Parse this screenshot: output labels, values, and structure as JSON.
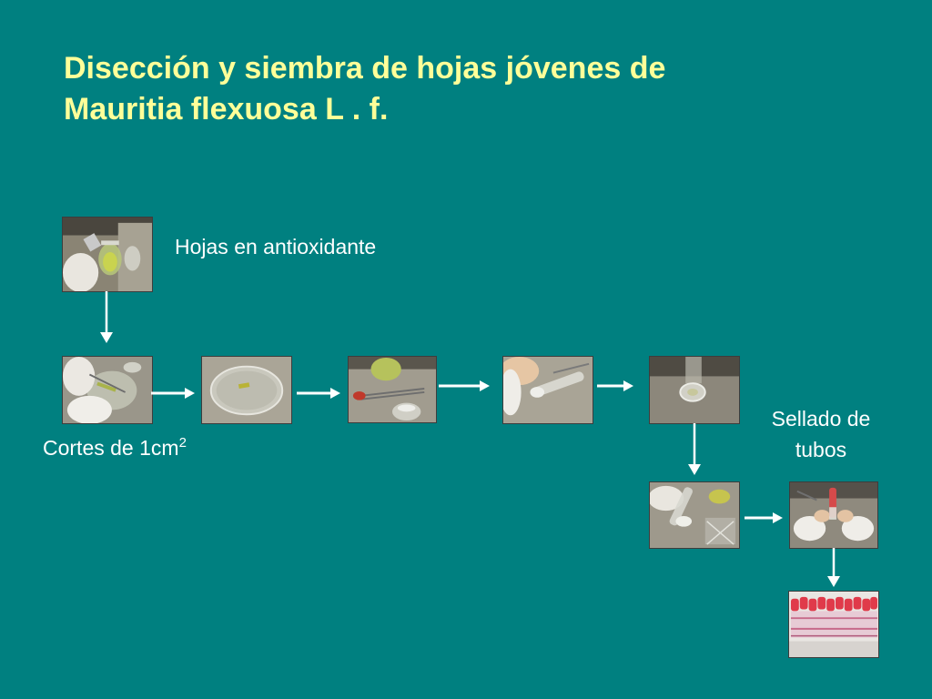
{
  "slide": {
    "title_line1": "Disección y siembra de hojas jóvenes de",
    "title_line2": "Mauritia flexuosa L . f."
  },
  "captions": {
    "hojas": "Hojas en antioxidante",
    "cortes_prefix": "Cortes de 1cm",
    "cortes_sup": "2",
    "sellado_line1": "Sellado de",
    "sellado_line2": "tubos"
  },
  "colors": {
    "background": "#008080",
    "title": "#ffff99",
    "caption": "#ffffff",
    "arrow": "#ffffff"
  },
  "photos": [
    {
      "subject": "leaves-in-antioxidant-jar"
    },
    {
      "subject": "cutting-leaf-segments"
    },
    {
      "subject": "petri-dish-with-explant"
    },
    {
      "subject": "forceps-and-jar"
    },
    {
      "subject": "hand-holding-test-tube"
    },
    {
      "subject": "tube-opening-closeup"
    },
    {
      "subject": "tube-on-rack"
    },
    {
      "subject": "sealing-tubes"
    },
    {
      "subject": "rack-of-sealed-tubes"
    }
  ]
}
